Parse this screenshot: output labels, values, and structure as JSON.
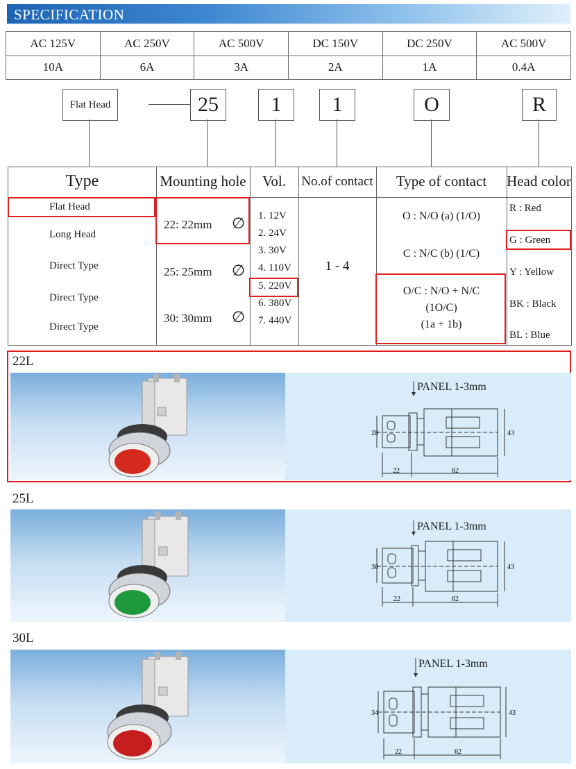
{
  "header": {
    "title": "SPECIFICATION"
  },
  "ratings": {
    "voltages": [
      "AC 125V",
      "AC 250V",
      "AC 500V",
      "DC 150V",
      "DC 250V",
      "AC 500V"
    ],
    "currents": [
      "10A",
      "6A",
      "3A",
      "2A",
      "1A",
      "0.4A"
    ]
  },
  "code": {
    "type": "Flat Head",
    "hole": "25",
    "vol": "1",
    "contacts": "1",
    "contact_type": "O",
    "color": "R"
  },
  "options": {
    "headers": {
      "type": "Type",
      "hole": "Mounting hole",
      "vol": "Vol.",
      "contacts": "No.of contact",
      "contact_type": "Type of contact",
      "color": "Head color"
    },
    "types": [
      "Flat Head",
      "Long Head",
      "Direct Type",
      "Direct Type",
      "Direct Type"
    ],
    "holes": [
      "22: 22mm",
      "25: 25mm",
      "30: 30mm"
    ],
    "diameter_symbol": "∅",
    "vols": [
      "1. 12V",
      "2. 24V",
      "3. 30V",
      "4. 110V",
      "5. 220V",
      "6. 380V",
      "7. 440V"
    ],
    "contact_range": "1 - 4",
    "contact_types": {
      "no": "O : N/O (a) (1/O)",
      "nc": "C : N/C (b) (1/C)",
      "both_line1": "O/C : N/O + N/C",
      "both_line2": "(1O/C)",
      "both_line3": "(1a + 1b)"
    },
    "colors": [
      "R : Red",
      "G : Green",
      "Y : Yellow",
      "BK : Black",
      "BL : Blue"
    ]
  },
  "products": [
    {
      "label": "22L",
      "panel": "PANEL 1-3mm",
      "dim_h": "28",
      "dim_a": "22",
      "dim_b": "62",
      "dim_r": "43",
      "lens_color": "#d42a1e"
    },
    {
      "label": "25L",
      "panel": "PANEL 1-3mm",
      "dim_h": "30",
      "dim_a": "22",
      "dim_b": "62",
      "dim_r": "43",
      "lens_color": "#1e9a3c"
    },
    {
      "label": "30L",
      "panel": "PANEL 1-3mm",
      "dim_h": "34",
      "dim_a": "22",
      "dim_b": "62",
      "dim_r": "43",
      "lens_color": "#c41e1e"
    }
  ],
  "colors": {
    "highlight": "#e02020",
    "header_blue": "#1e64b4",
    "drawing_bg": "#d8edf9"
  }
}
